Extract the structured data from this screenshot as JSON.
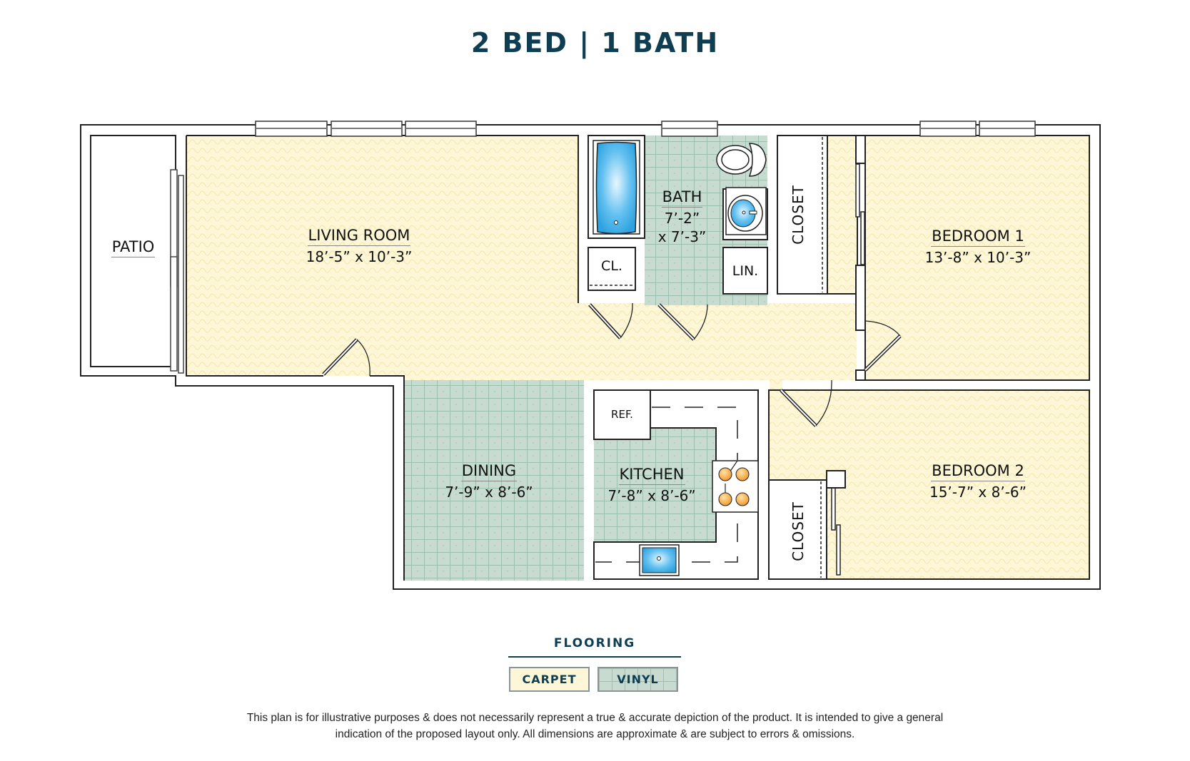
{
  "title": "2 BED | 1 BATH",
  "rooms": {
    "patio": {
      "name": "PATIO"
    },
    "living_room": {
      "name": "LIVING ROOM",
      "dimensions": "18’-5” x 10’-3”"
    },
    "bath": {
      "name": "BATH",
      "dimensions_line1": "7’-2”",
      "dimensions_line2": "x 7’-3”"
    },
    "bedroom_1": {
      "name": "BEDROOM 1",
      "dimensions": "13’-8” x 10’-3”"
    },
    "bedroom_2": {
      "name": "BEDROOM 2",
      "dimensions": "15’-7” x 8’-6”"
    },
    "dining": {
      "name": "DINING",
      "dimensions": "7’-9” x 8’-6”"
    },
    "kitchen": {
      "name": "KITCHEN",
      "dimensions": "7’-8” x 8’-6”"
    },
    "closet_hall": {
      "name": "CL."
    },
    "linen": {
      "name": "LIN."
    },
    "closet_bedroom_1": {
      "name": "CLOSET"
    },
    "closet_bedroom_2": {
      "name": "CLOSET"
    },
    "refrigerator": {
      "name": "REF."
    }
  },
  "legend": {
    "title": "FLOORING",
    "items": [
      {
        "label": "CARPET",
        "color": "#fdf7d8"
      },
      {
        "label": "VINYL",
        "color": "#c7dbd1"
      }
    ]
  },
  "disclaimer": {
    "line1": "This plan is for illustrative purposes & does not necessarily represent a true & accurate depiction of the product. It is intended to give a general",
    "line2": "indication of the proposed layout only. All dimensions are approximate & are subject to errors & omissions."
  },
  "colors": {
    "title": "#0f3d52",
    "carpet": "#fdf7d8",
    "vinyl": "#c7dbd1",
    "fixture_blue": "#45b3ea",
    "burner": "#f2a13a"
  }
}
